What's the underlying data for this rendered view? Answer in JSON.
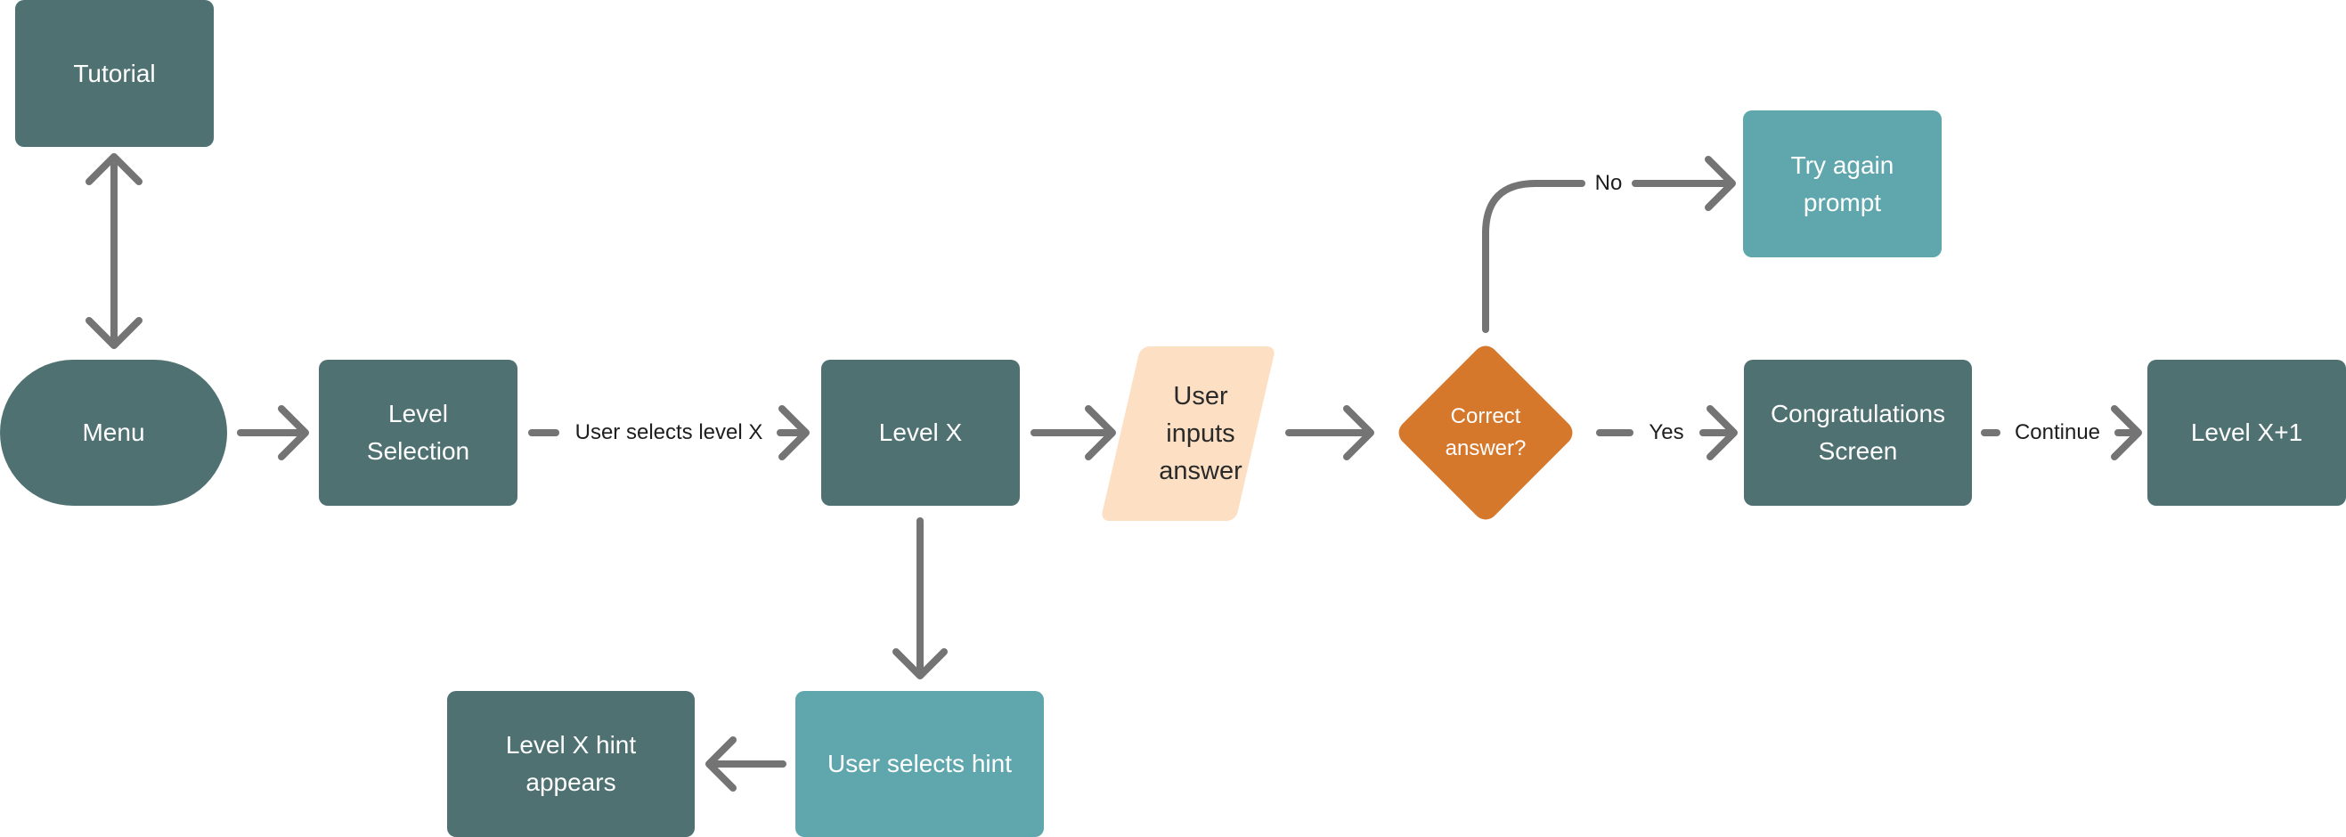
{
  "nodes": {
    "tutorial": "Tutorial",
    "menu": "Menu",
    "level_selection": "Level\nSelection",
    "level_x": "Level X",
    "user_inputs": "User\ninputs\nanswer",
    "decision": "Correct\nanswer?",
    "try_again": "Try again\nprompt",
    "congrats": "Congratulations\nScreen",
    "level_next": "Level X+1",
    "user_hint": "User selects hint",
    "hint_appears": "Level X hint\nappears"
  },
  "edge_labels": {
    "selects_level": "User selects level X",
    "no": "No",
    "yes": "Yes",
    "continue": "Continue"
  },
  "colors": {
    "dark_node": "#4f7172",
    "teal_node": "#5fa7ad",
    "input_node": "#fde0c4",
    "decision_node": "#d6782c",
    "connector": "#747474"
  }
}
